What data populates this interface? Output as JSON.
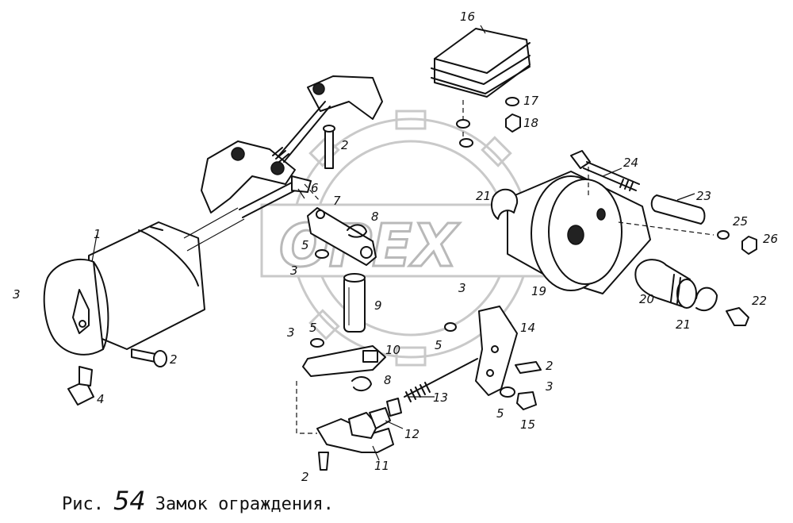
{
  "figure": {
    "caption_prefix": "Рис.",
    "caption_number": "54",
    "caption_title": "Замок ограждения.",
    "watermark": "OPEX"
  },
  "labels": [
    {
      "id": "lbl-1",
      "text": "1"
    },
    {
      "id": "lbl-2a",
      "text": "2"
    },
    {
      "id": "lbl-2b",
      "text": "2"
    },
    {
      "id": "lbl-2c",
      "text": "2"
    },
    {
      "id": "lbl-2d",
      "text": "2"
    },
    {
      "id": "lbl-3a",
      "text": "3"
    },
    {
      "id": "lbl-3b",
      "text": "3"
    },
    {
      "id": "lbl-3c",
      "text": "3"
    },
    {
      "id": "lbl-3d",
      "text": "3"
    },
    {
      "id": "lbl-3e",
      "text": "3"
    },
    {
      "id": "lbl-4",
      "text": "4"
    },
    {
      "id": "lbl-5a",
      "text": "5"
    },
    {
      "id": "lbl-5b",
      "text": "5"
    },
    {
      "id": "lbl-5c",
      "text": "5"
    },
    {
      "id": "lbl-5d",
      "text": "5"
    },
    {
      "id": "lbl-6",
      "text": "6"
    },
    {
      "id": "lbl-7",
      "text": "7"
    },
    {
      "id": "lbl-8a",
      "text": "8"
    },
    {
      "id": "lbl-8b",
      "text": "8"
    },
    {
      "id": "lbl-9",
      "text": "9"
    },
    {
      "id": "lbl-10",
      "text": "10"
    },
    {
      "id": "lbl-11",
      "text": "11"
    },
    {
      "id": "lbl-12",
      "text": "12"
    },
    {
      "id": "lbl-13",
      "text": "13"
    },
    {
      "id": "lbl-14",
      "text": "14"
    },
    {
      "id": "lbl-15",
      "text": "15"
    },
    {
      "id": "lbl-16",
      "text": "16"
    },
    {
      "id": "lbl-17",
      "text": "17"
    },
    {
      "id": "lbl-18",
      "text": "18"
    },
    {
      "id": "lbl-19",
      "text": "19"
    },
    {
      "id": "lbl-20",
      "text": "20"
    },
    {
      "id": "lbl-21a",
      "text": "21"
    },
    {
      "id": "lbl-21b",
      "text": "21"
    },
    {
      "id": "lbl-22",
      "text": "22"
    },
    {
      "id": "lbl-23",
      "text": "23"
    },
    {
      "id": "lbl-24",
      "text": "24"
    },
    {
      "id": "lbl-25",
      "text": "25"
    },
    {
      "id": "lbl-26",
      "text": "26"
    }
  ]
}
